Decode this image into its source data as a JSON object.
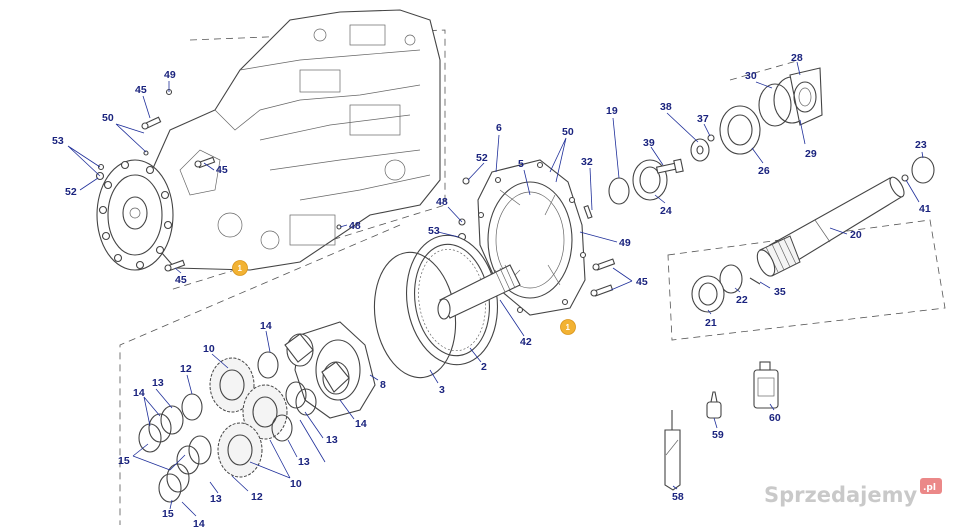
{
  "callouts": [
    "49",
    "45",
    "50",
    "53",
    "52",
    "45",
    "45",
    "48",
    "1",
    "6",
    "19",
    "38",
    "37",
    "30",
    "28",
    "50",
    "52",
    "5",
    "39",
    "32",
    "24",
    "26",
    "29",
    "23",
    "48",
    "53",
    "41",
    "49",
    "20",
    "45",
    "22",
    "35",
    "21",
    "1",
    "42",
    "14",
    "10",
    "12",
    "13",
    "14",
    "15",
    "13",
    "14",
    "13",
    "12",
    "10",
    "15",
    "14",
    "8",
    "3",
    "2",
    "60",
    "59",
    "58"
  ],
  "badge_labels": [
    "1",
    "1"
  ],
  "icons": {
    "housing": "transmission-housing-icon",
    "ring_gear": "ring-gear-icon",
    "bolt": "bolt-icon",
    "seal": "seal-ring-icon",
    "shaft": "shaft-icon",
    "planet_carrier": "planet-carrier-icon",
    "gear": "gear-icon",
    "tube": "sealant-tube-icon",
    "bottle": "adhesive-bottle-icon",
    "container": "oil-container-icon"
  },
  "colors": {
    "callout": "#1a237e",
    "leader": "#1f2f9a",
    "badge": "#f2b233",
    "line": "#444444"
  },
  "watermark": {
    "text": "Sprzedajemy",
    "suffix": ".pl"
  }
}
